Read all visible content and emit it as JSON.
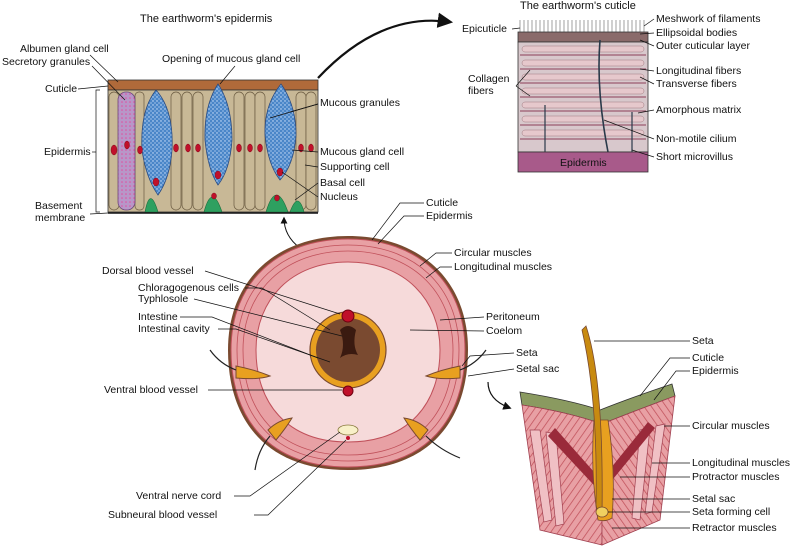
{
  "epidermis_panel": {
    "title": "The earthworm's epidermis",
    "labels": {
      "albumen_gland_cell": "Albumen gland cell",
      "secretory_granules": "Secretory granules",
      "opening_mucous_gland": "Opening of mucous gland cell",
      "cuticle": "Cuticle",
      "mucous_granules": "Mucous granules",
      "epidermis": "Epidermis",
      "mucous_gland_cell": "Mucous gland cell",
      "supporting_cell": "Supporting  cell",
      "basal_cell": "Basal  cell",
      "nucleus": "Nucleus",
      "basement_1": "Basement",
      "basement_2": "membrane"
    }
  },
  "cuticle_panel": {
    "title": "The earthworm's cuticle",
    "labels": {
      "epicuticle": "Epicuticle",
      "meshwork": "Meshwork of filaments",
      "ellipsoidal": "Ellipsoidal bodies",
      "outer_cuticular": "Outer cuticular layer",
      "collagen_1": "Collagen",
      "collagen_2": "fibers",
      "longitudinal_fibers": "Longitudinal fibers",
      "transverse_fibers": "Transverse fibers",
      "amorphous_matrix": "Amorphous matrix",
      "non_motile_cilium": "Non-motile cilium",
      "short_microvillus": "Short microvillus",
      "epidermis_band": "Epidermis"
    }
  },
  "cross_section": {
    "labels": {
      "cuticle": "Cuticle",
      "epidermis": "Epidermis",
      "circular_muscles": "Circular muscles",
      "longitudinal_muscles": "Longitudinal muscles",
      "dorsal_blood_vessel": "Dorsal blood vessel",
      "chloragogenous": "Chloragogenous cells",
      "typhlosole": "Typhlosole",
      "intestine": "Intestine",
      "intestinal_cavity": "Intestinal cavity",
      "peritoneum": "Peritoneum",
      "coelom": "Coelom",
      "seta": "Seta",
      "setal_sac": "Setal sac",
      "ventral_blood_vessel": "Ventral blood vessel",
      "ventral_nerve_cord": "Ventral nerve cord",
      "subneural_blood_vessel": "Subneural blood vessel"
    }
  },
  "seta_panel": {
    "labels": {
      "seta": "Seta",
      "cuticle": "Cuticle",
      "epidermis": "Epidermis",
      "circular_muscles": "Circular muscles",
      "longitudinal_muscles": "Longitudinal muscles",
      "protractor_muscles": "Protractor muscles",
      "setal_sac": "Setal  sac",
      "seta_forming_cell": "Seta forming cell",
      "retractor_muscles": "Retractor muscles"
    }
  },
  "colors": {
    "muscle_pink": "#e8a0a4",
    "muscle_stripe": "#c0505a",
    "body_wall": "#f2c4c4",
    "coelom": "#f6dada",
    "intestine": "#7a4a30",
    "mucous_blue": "#4a86c8",
    "supporting_tan": "#c8b896",
    "basal_green": "#2ea060",
    "albumen_purple": "#b896c8",
    "nucleus_red": "#c0102a",
    "setal_orange": "#e8a020",
    "epidermis_purple": "#a85a8a"
  }
}
